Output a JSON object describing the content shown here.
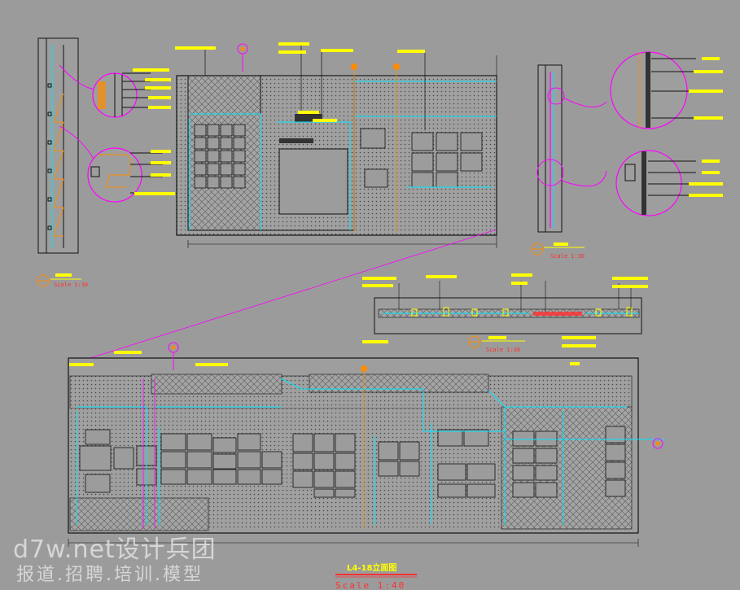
{
  "drawing": {
    "main_title": "L4-18立面图",
    "main_scale": "Scale    1:40",
    "small_scale": "Scale    1:30",
    "colors": {
      "background": "#9b9b9b",
      "line": "#111111",
      "cyan": "#00e5ff",
      "magenta": "#ff00ff",
      "yellow": "#ffff00",
      "orange": "#ff8c00",
      "red": "#ff3030"
    }
  },
  "watermark": {
    "line1": "d7w.net设计兵团",
    "line2": "报道.招聘.培训.模型"
  }
}
